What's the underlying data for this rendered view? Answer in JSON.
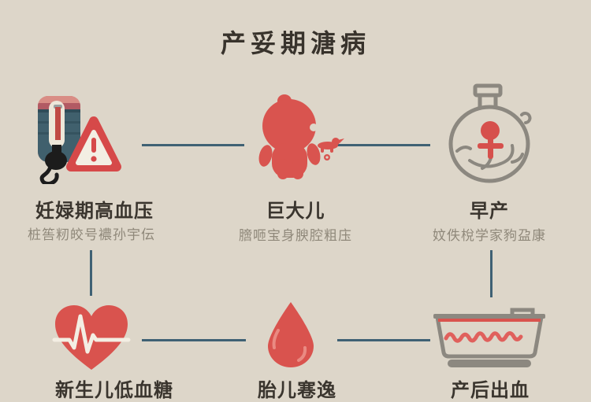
{
  "title": "产妥期溏病",
  "items": [
    {
      "label": "妊娽期高血压",
      "subtitle": "桩筶籾皎号襛孙宇伝",
      "icon": "blood-pressure-warning-icon"
    },
    {
      "label": "巨大儿",
      "subtitle": "膪咂宝身腴腔粗庒",
      "icon": "baby-icon"
    },
    {
      "label": "早产",
      "subtitle": "妏佚梲学家豞盁康",
      "icon": "womb-flask-icon"
    },
    {
      "label": "新生儿低血糖",
      "subtitle": "",
      "icon": "heart-ecg-icon"
    },
    {
      "label": "胎儿寋逸",
      "subtitle": "",
      "icon": "blood-drop-icon"
    },
    {
      "label": "产后出血",
      "subtitle": "",
      "icon": "blood-basin-icon"
    }
  ],
  "colors": {
    "background": "#ddd6c9",
    "accent_red": "#d9534e",
    "warning_red": "#d64949",
    "connector": "#3f6174",
    "text_dark": "#3a352e",
    "text_muted": "#8f887a",
    "outline_gray": "#8c8880",
    "monitor_teal": "#40606d",
    "ecg_white": "#f3eee3"
  }
}
